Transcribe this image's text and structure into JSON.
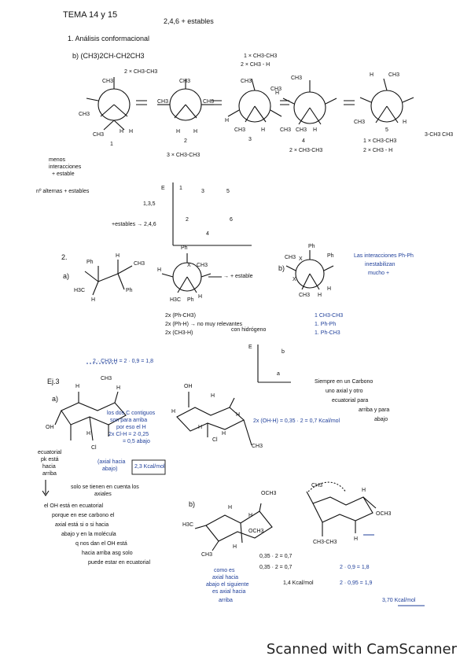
{
  "header": {
    "title": "TEMA 14 y 15",
    "stable_note": "2,4,6 + estables"
  },
  "section1": {
    "heading": "1. Análisis conformacional",
    "part_b": "b) (CH3)2CH-CH2CH3",
    "p1_top": "2 × CH3-CH3",
    "p1_labels": [
      "CH3",
      "CH3",
      "CH3",
      "H",
      "H",
      "1"
    ],
    "p2_top": "CH3",
    "p2_labels": [
      "CH3",
      "CH3",
      "H",
      "H",
      "2"
    ],
    "p2_bottom": "3 × CH3-CH3",
    "p3_top": [
      "1 × CH3-CH3",
      "2 × CH3 - H"
    ],
    "p3_labels": [
      "CH3",
      "CH3",
      "H",
      "CH3",
      "H",
      "3"
    ],
    "p4_labels": [
      "CH3",
      "H",
      "CH3",
      "CH3",
      "H",
      "4"
    ],
    "p4_bottom": "2 × CH3-CH3",
    "p5_labels": [
      "H",
      "CH3",
      "CH3",
      "H",
      "5"
    ],
    "p5_bottom": [
      "1 × CH3-CH3",
      "2 × CH3 - H"
    ],
    "p6_label": "3-CH3 CH3",
    "left_notes": [
      "menos",
      "interacciones",
      "+ estable",
      "nº alternas + estables"
    ],
    "energy_axis": "E",
    "energy_points": [
      "1",
      "3",
      "5",
      "2",
      "6",
      "4"
    ],
    "group_135": "1,3,5",
    "group_246": "+estables → 2,4,6"
  },
  "section2": {
    "num": "2.",
    "part_a": "a)",
    "a_labels": [
      "Ph",
      "H",
      "CH3",
      "H3C",
      "H",
      "Ph"
    ],
    "newman_a_labels": [
      "Ph",
      "H",
      "X",
      "CH3",
      "H3C",
      "Ph",
      "H"
    ],
    "arrow_stable": "→ + estable",
    "interactions": [
      "2x (Ph-CH3)",
      "2x (Ph-H) → no muy relevantes",
      "2x (CH3-H)"
    ],
    "relevance_note": "con hidrógeno",
    "part_b": "b)",
    "b_labels": [
      "Ph",
      "CH3",
      "X",
      "Ph",
      "X",
      "CH3",
      "H",
      "H"
    ],
    "b_interactions": [
      "1 CH3-CH3",
      "1. Ph-Ph",
      "1. Ph-CH3"
    ],
    "b_note": [
      "Las interacciones Ph-Ph",
      "inestabilizan",
      "mucho +"
    ]
  },
  "section3": {
    "top_eq": "2 · CH3-H = 2 · 0,9 = 1,8",
    "ej_label": "Ej.3",
    "part_a": "a)",
    "cyclo_labels": [
      "H",
      "CH3",
      "H",
      "OH",
      "H",
      "Cl"
    ],
    "cyclo_note": [
      "los dos C contiguos",
      "son para arriba",
      "por eso el H",
      "2x Cl-H = 2·0,25",
      "= 0,5 abajo"
    ],
    "axial_note": [
      "(axial hacia",
      "abajo)"
    ],
    "kcal_box": "2,3 Kcal/mol",
    "ecuatorial_note": [
      "ecuatorial",
      "pk está",
      "hacia",
      "arriba"
    ],
    "axial_only": [
      "solo se tienen en cuenta los",
      "axiales"
    ],
    "explanation": [
      "el OH está en ecuatorial",
      "porque en ese carbono el",
      "axial está si o si hacia",
      "abajo y en la molécula",
      "q nos dan el OH está",
      "hacia arriba asg solo",
      "puede estar en ecuatorial"
    ],
    "chair2_labels": [
      "OH",
      "H",
      "H",
      "H",
      "H",
      "H",
      "CH3",
      "Cl"
    ],
    "energy_E": "E",
    "energy_b": "b",
    "energy_a": "a",
    "rule_note": [
      "Siempre en un Carbono",
      "uno axial y otro",
      "ecuatorial para",
      "arriba y para",
      "abajo"
    ],
    "calc_oh": "2x (OH-H) = 0,35 · 2 = 0,7 Kcal/mol",
    "part_b": "b)",
    "b_labels": [
      "OCH3",
      "H",
      "H",
      "OCH3",
      "H3C",
      "H",
      "CH3"
    ],
    "b_under": [
      "como es",
      "axial hacia",
      "abajo el siguiente",
      "es axial hacia",
      "arriba"
    ],
    "b_calc": [
      "0,35 · 2 = 0,7",
      "0,35 · 2 = 0,7",
      "1,4 Kcal/mol"
    ],
    "c_labels": [
      "CH3",
      "H",
      "OCH3",
      "CH3-CH3",
      "H"
    ],
    "c_calc": [
      "2 · 0,9 = 1,8",
      "2 · 0,95 = 1,9",
      "3,70 Kcal/mol"
    ]
  },
  "footer": {
    "scanner": "Scanned with CamScanner"
  }
}
